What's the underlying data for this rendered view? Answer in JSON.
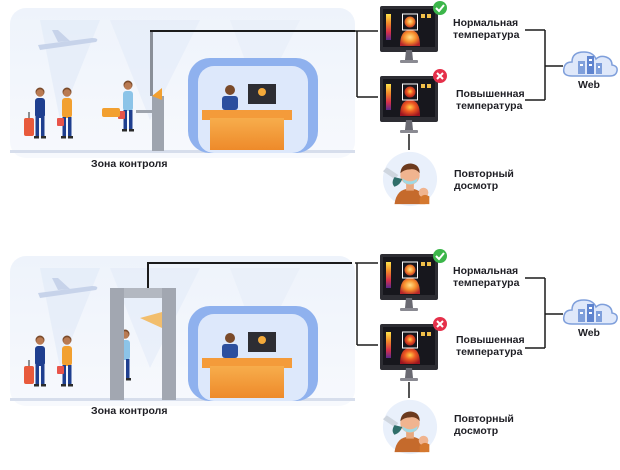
{
  "labels": {
    "normal": [
      "Нормальная",
      "температура"
    ],
    "high": [
      "Повышенная",
      "температура"
    ],
    "recheck": [
      "Повторный",
      "досмотр"
    ],
    "zone": "Зона контроля",
    "web": "Web"
  },
  "colors": {
    "ok": "#3cb64a",
    "error": "#e5304a",
    "line": "#1b1b1b",
    "counter": "#f39a32",
    "booth": "#8fb1ee"
  },
  "icons": {
    "ok": "check-icon",
    "error": "cross-icon",
    "cloud": "cloud-icon"
  }
}
